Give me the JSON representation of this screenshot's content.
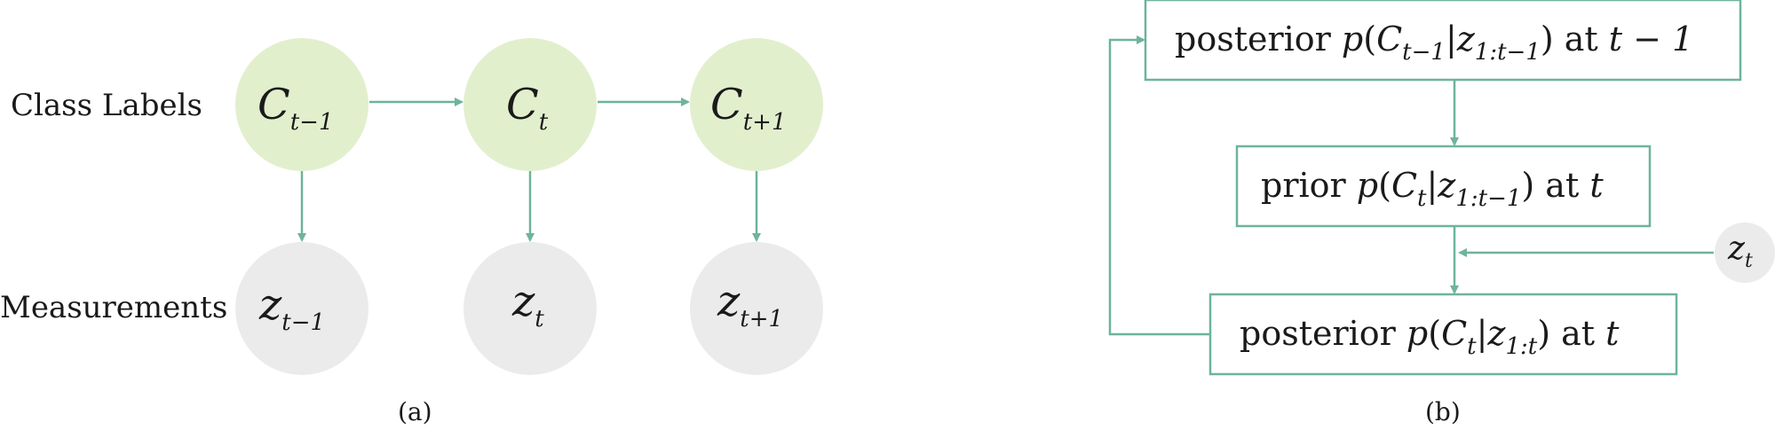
{
  "colors": {
    "class_node_fill": "#e2efcd",
    "measurement_node_fill": "#ebebeb",
    "arrow": "#6db49a",
    "box_border": "#6db49a",
    "text": "#1a1a1a"
  },
  "panel_a": {
    "row_labels": {
      "class_labels": "Class Labels",
      "measurements": "Measurements"
    },
    "class_nodes": [
      {
        "symbol": "C",
        "subscript": "t−1"
      },
      {
        "symbol": "C",
        "subscript": "t"
      },
      {
        "symbol": "C",
        "subscript": "t+1"
      }
    ],
    "measurement_nodes": [
      {
        "symbol": "z",
        "subscript": "t−1"
      },
      {
        "symbol": "z",
        "subscript": "t"
      },
      {
        "symbol": "z",
        "subscript": "t+1"
      }
    ],
    "caption": "(a)"
  },
  "panel_b": {
    "box_top": {
      "word": "posterior",
      "func": "p",
      "var": "C",
      "var_sub": "t−1",
      "cond": "z",
      "cond_sub": "1:t−1",
      "at_word": "at",
      "time": "t − 1"
    },
    "box_mid": {
      "word": "prior",
      "func": "p",
      "var": "C",
      "var_sub": "t",
      "cond": "z",
      "cond_sub": "1:t−1",
      "at_word": "at",
      "time": "t"
    },
    "box_bot": {
      "word": "posterior",
      "func": "p",
      "var": "C",
      "var_sub": "t",
      "cond": "z",
      "cond_sub": "1:t",
      "at_word": "at",
      "time": "t"
    },
    "measurement_input": {
      "symbol": "z",
      "subscript": "t"
    },
    "caption": "(b)"
  }
}
